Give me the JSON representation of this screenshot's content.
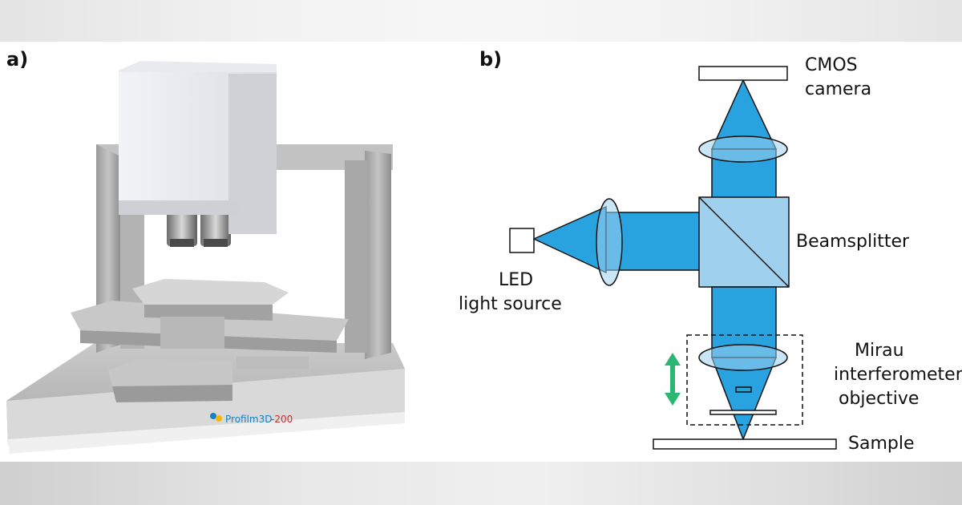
{
  "panels": {
    "a_label": "a)",
    "b_label": "b)"
  },
  "device": {
    "brand": "Profilm3D",
    "model": "-200"
  },
  "diagram": {
    "camera": [
      "CMOS",
      "camera"
    ],
    "beamsplitter": "Beamsplitter",
    "light_source": [
      "LED",
      "light source"
    ],
    "objective": [
      "Mirau",
      "interferometer",
      "objective"
    ],
    "sample": "Sample"
  },
  "colors": {
    "beam": "#29a3e0",
    "beam_light": "#9fd1ee",
    "arrow": "#2bb673",
    "brand_blue": "#1a7fc1",
    "brand_red": "#d7262b"
  }
}
